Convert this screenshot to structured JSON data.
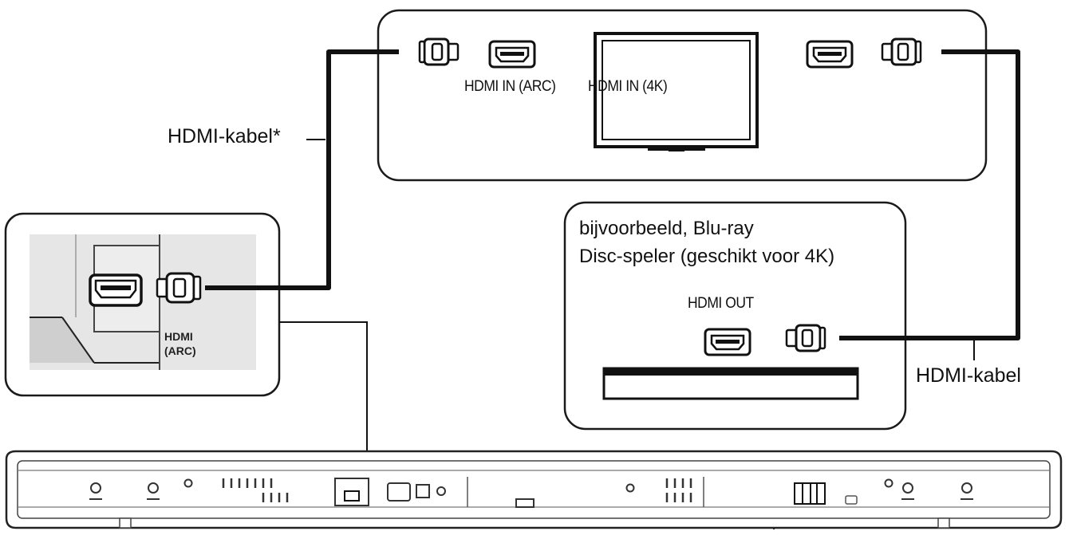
{
  "tv": {
    "port_arc_label": "HDMI IN (ARC)",
    "port_4k_label": "HDMI IN (4K)"
  },
  "player": {
    "description_line1": "bijvoorbeeld, Blu-ray",
    "description_line2": "Disc-speler (geschikt voor 4K)",
    "port_label": "HDMI OUT"
  },
  "soundbar_closeup": {
    "port_label_line1": "HDMI",
    "port_label_line2": "(ARC)"
  },
  "cables": {
    "tv_to_soundbar": "HDMI-kabel*",
    "player_to_tv": "HDMI-kabel"
  }
}
